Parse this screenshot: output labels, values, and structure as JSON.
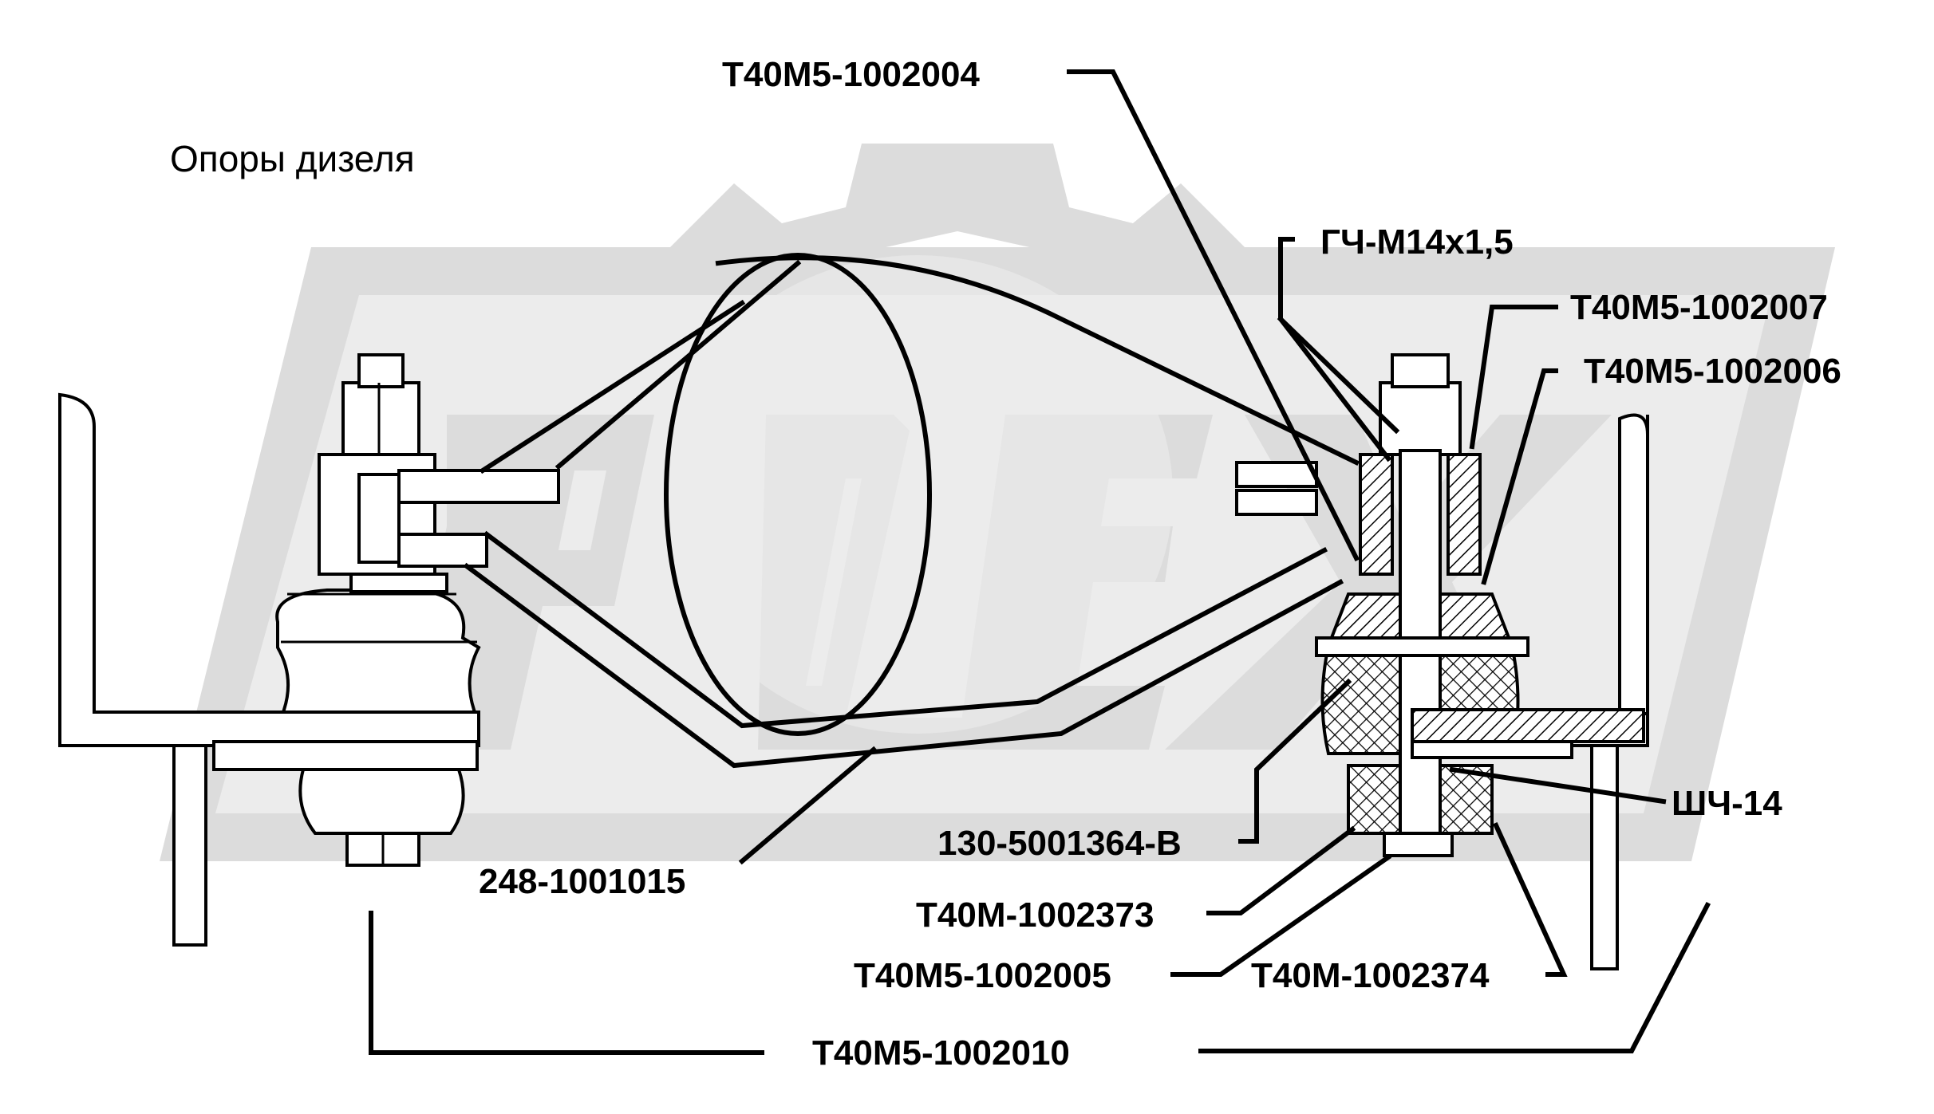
{
  "title": "Опоры дизеля",
  "labels": {
    "t40m5_1002004": "Т40М5-1002004",
    "gch_m14": "ГЧ-М14х1,5",
    "t40m5_1002007": "Т40М5-1002007",
    "t40m5_1002006": "Т40М5-1002006",
    "shch_14": "ШЧ-14",
    "p130_5001364": "130-5001364-В",
    "p248_1001015": "248-1001015",
    "t40m_1002373": "Т40М-1002373",
    "t40m5_1002005": "Т40М5-1002005",
    "t40m_1002374": "Т40М-1002374",
    "t40m5_1002010": "Т40М5-1002010"
  },
  "watermark": {
    "text": "OPLEX",
    "color": "#dcdcdc"
  }
}
